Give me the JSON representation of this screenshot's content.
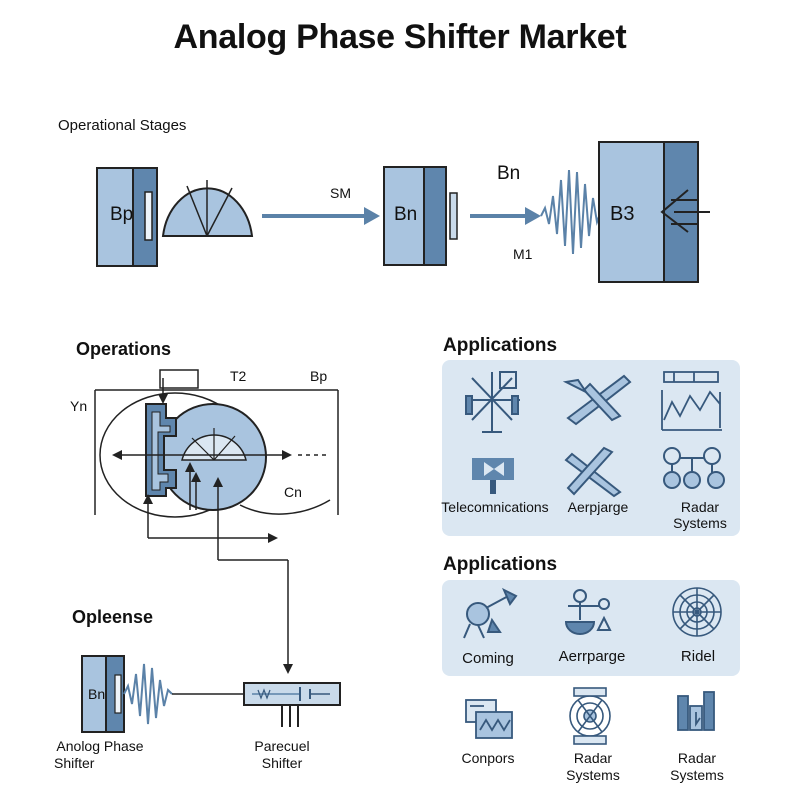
{
  "title": "Analog Phase Shifter Market",
  "stages": {
    "label": "Operational Stages",
    "block1_label": "Bp",
    "arrow1_label": "SM",
    "block2_label": "Bn",
    "top_label": "Bn",
    "bottom_label": "M1",
    "block3_label": "B3"
  },
  "operations": {
    "title": "Operations",
    "label_yn": "Yn",
    "label_t2": "T2",
    "label_bp": "Bp",
    "label_cn": "Cn"
  },
  "opleense": {
    "title": "Opleense",
    "block_label": "Bn",
    "caption1_line1": "Anolog Phase",
    "caption1_line2": "Shifter",
    "caption2_line1": "Parecuel",
    "caption2_line2": "Shifter"
  },
  "applications1": {
    "title": "Applications",
    "items": [
      {
        "label": "",
        "icon": "antenna-tower-icon"
      },
      {
        "label": "",
        "icon": "aircraft-icon"
      },
      {
        "label": "",
        "icon": "radar-chart-icon"
      },
      {
        "label": "Telecomnications",
        "icon": "telecom-icon"
      },
      {
        "label": "Aerpjarge",
        "icon": "jet-icon"
      },
      {
        "label": "Radar\nSystems",
        "icon": "network-nodes-icon"
      }
    ]
  },
  "applications2": {
    "title": "Applications",
    "items": [
      {
        "label": "Coming",
        "icon": "satellite-dish-icon"
      },
      {
        "label": "Aerrparge",
        "icon": "radar-dish-icon"
      },
      {
        "label": "Ridel",
        "icon": "radar-scope-icon"
      }
    ]
  },
  "bottom_icons": [
    {
      "label": "Conpors",
      "icon": "monitor-signal-icon"
    },
    {
      "label": "Radar\nSystems",
      "icon": "radar-circle-icon"
    },
    {
      "label": "Radar\nSystems",
      "icon": "bar-signal-icon"
    }
  ],
  "colors": {
    "light_blue": "#a9c4df",
    "mid_blue": "#5f86ad",
    "dark_blue": "#37597d",
    "panel_bg": "#dbe7f2",
    "arrow_blue": "#5b82a8"
  }
}
